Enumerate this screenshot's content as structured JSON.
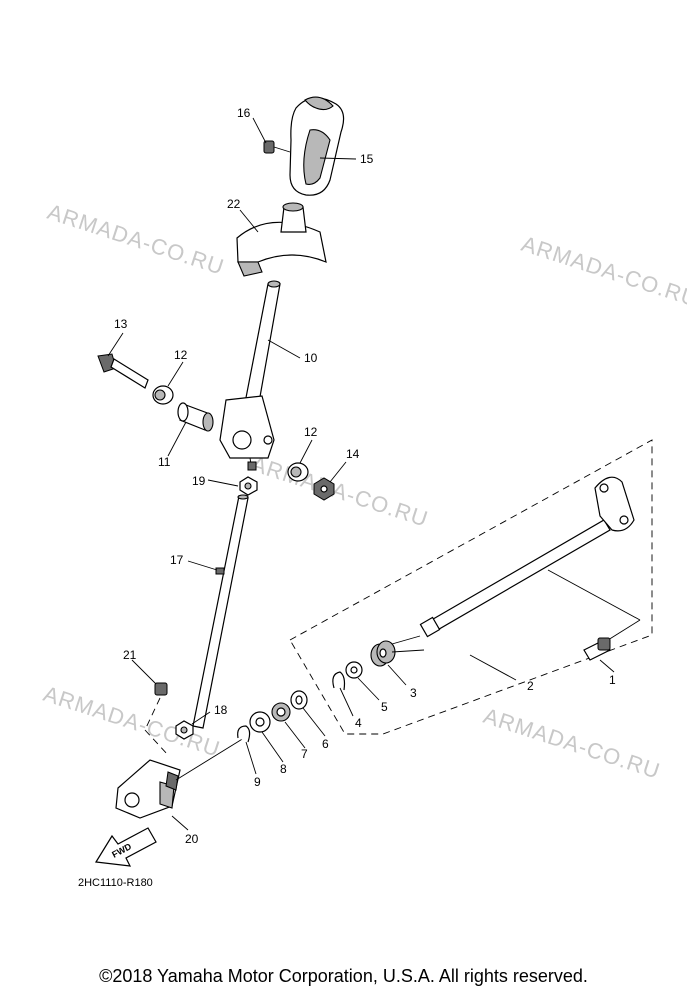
{
  "watermarks": [
    "ARMADA-CO.RU",
    "ARMADA-CO.RU",
    "ARMADA-CO.RU",
    "ARMADA-CO.RU",
    "ARMADA-CO.RU"
  ],
  "callouts": [
    "1",
    "2",
    "3",
    "4",
    "5",
    "6",
    "7",
    "8",
    "9",
    "10",
    "11",
    "12",
    "12",
    "13",
    "14",
    "15",
    "16",
    "17",
    "18",
    "19",
    "20",
    "21",
    "22"
  ],
  "fwd_label": "FWD",
  "diagram_code": "2HC1110-R180",
  "copyright": "©2018 Yamaha Motor Corporation, U.S.A. All rights reserved."
}
